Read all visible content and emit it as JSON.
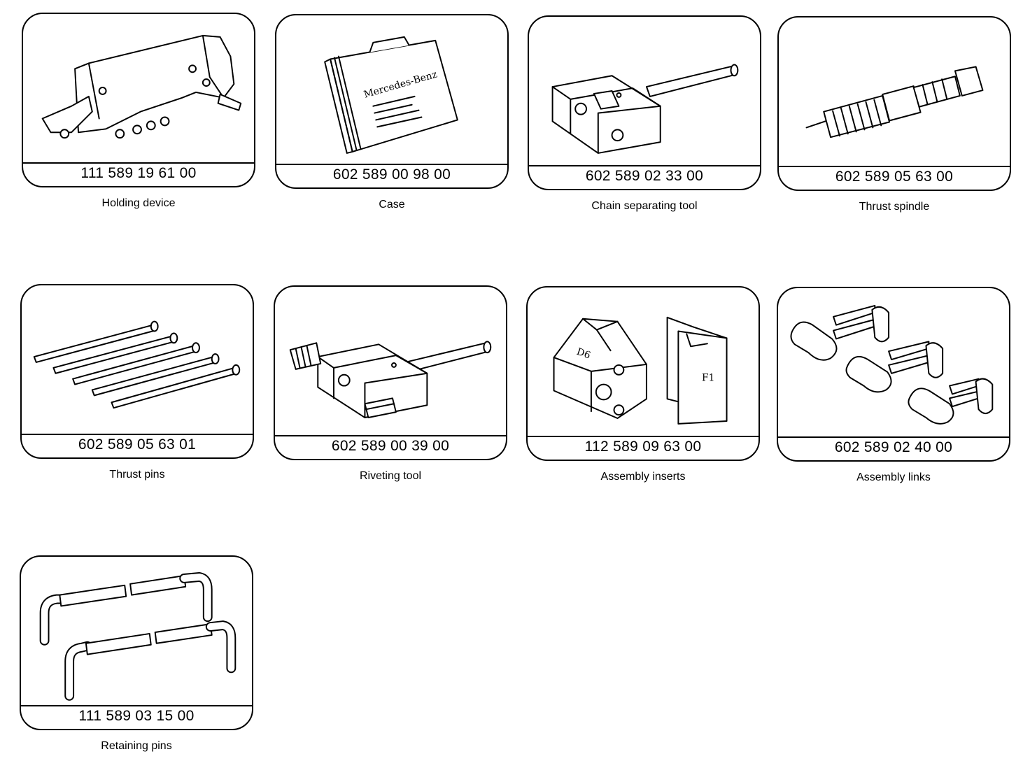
{
  "tools": [
    {
      "part_number": "111 589 19 61 00",
      "name": "Holding device",
      "icon": "holding-device-icon"
    },
    {
      "part_number": "602 589 00 98 00",
      "name": "Case",
      "icon": "case-icon",
      "case_brand": "Mercedes-Benz"
    },
    {
      "part_number": "602 589 02 33 00",
      "name": "Chain separating tool",
      "icon": "chain-separating-tool-icon"
    },
    {
      "part_number": "602 589 05 63 00",
      "name": "Thrust spindle",
      "icon": "thrust-spindle-icon"
    },
    {
      "part_number": "602 589 05 63 01",
      "name": "Thrust pins",
      "icon": "thrust-pins-icon"
    },
    {
      "part_number": "602 589 00 39 00",
      "name": "Riveting tool",
      "icon": "riveting-tool-icon"
    },
    {
      "part_number": "112 589 09 63 00",
      "name": "Assembly inserts",
      "icon": "assembly-inserts-icon",
      "insert_marks": [
        "D6",
        "F1"
      ]
    },
    {
      "part_number": "602 589 02 40 00",
      "name": "Assembly links",
      "icon": "assembly-links-icon"
    },
    {
      "part_number": "111 589 03 15 00",
      "name": "Retaining pins",
      "icon": "retaining-pins-icon"
    }
  ]
}
